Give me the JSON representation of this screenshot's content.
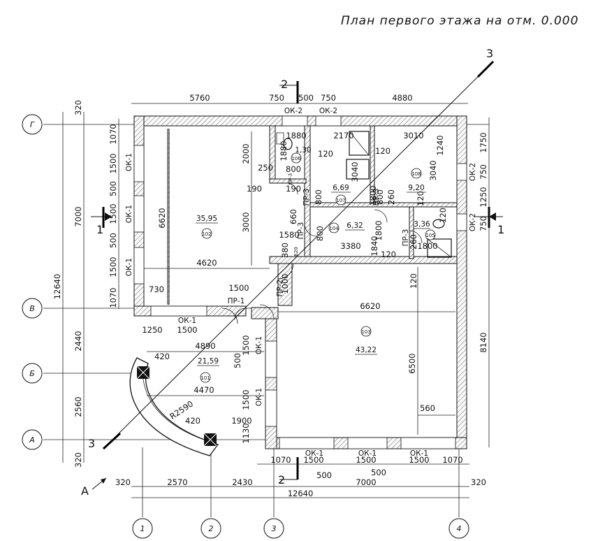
{
  "title": "План первого этажа на отм. 0.000",
  "axes": {
    "rows": [
      "Г",
      "В",
      "Б",
      "А"
    ],
    "cols": [
      "1",
      "2",
      "3",
      "4"
    ]
  },
  "sections": {
    "s1": "1",
    "s2": "2",
    "s3": "3",
    "view": "A"
  },
  "dims": {
    "top": [
      "5760",
      "750",
      "500",
      "750",
      "4880"
    ],
    "bottom_openings": [
      "1070",
      "1500",
      "1500",
      "1500",
      "1070"
    ],
    "bottom_piers": [
      "500",
      "500"
    ],
    "bottom_axes": [
      "320",
      "2570",
      "2430",
      "7000",
      "320"
    ],
    "bottom_total": "12640",
    "left_outer": [
      "320",
      "7000",
      "2440",
      "2560",
      "320"
    ],
    "left_total": "12640",
    "left_inner": [
      "1070",
      "1500",
      "500",
      "1500",
      "500",
      "1500",
      "1070"
    ],
    "right": [
      "1750",
      "750",
      "1250",
      "750",
      "8140"
    ],
    "internal": [
      "6620",
      "2000",
      "3000",
      "250",
      "190",
      "190",
      "660",
      "1580",
      "380",
      "620",
      "4620",
      "730",
      "1500",
      "1250",
      "1500",
      "4890",
      "420",
      "4470",
      "420",
      "1900",
      "1130",
      "1500",
      "500",
      "1500",
      "6620",
      "6500",
      "560",
      "120",
      "1880",
      "1880",
      "1800",
      "1800",
      "800",
      "800",
      "800",
      "800",
      "120",
      "120",
      "120",
      "120",
      "120",
      "2170",
      "3010",
      "1240",
      "3040",
      "3040",
      "260",
      "260",
      "3380",
      "1840",
      "1800",
      "1000",
      "R2590"
    ]
  },
  "rooms": [
    {
      "num": "102",
      "area": "35,95"
    },
    {
      "num": "101",
      "area": "21,59"
    },
    {
      "num": "103",
      "area": "43,22"
    },
    {
      "num": "104",
      "area": "6,32"
    },
    {
      "num": "105",
      "area": "3,36"
    },
    {
      "num": "106",
      "area": "1,30"
    },
    {
      "num": "107",
      "area": "6,69"
    },
    {
      "num": "108",
      "area": "9,20"
    }
  ],
  "marks": {
    "ok1": "ОК-1",
    "ok2": "ОК-2",
    "pr1": "ПР-1",
    "pr2": "ПР-2",
    "pr3": "ПР-3"
  }
}
